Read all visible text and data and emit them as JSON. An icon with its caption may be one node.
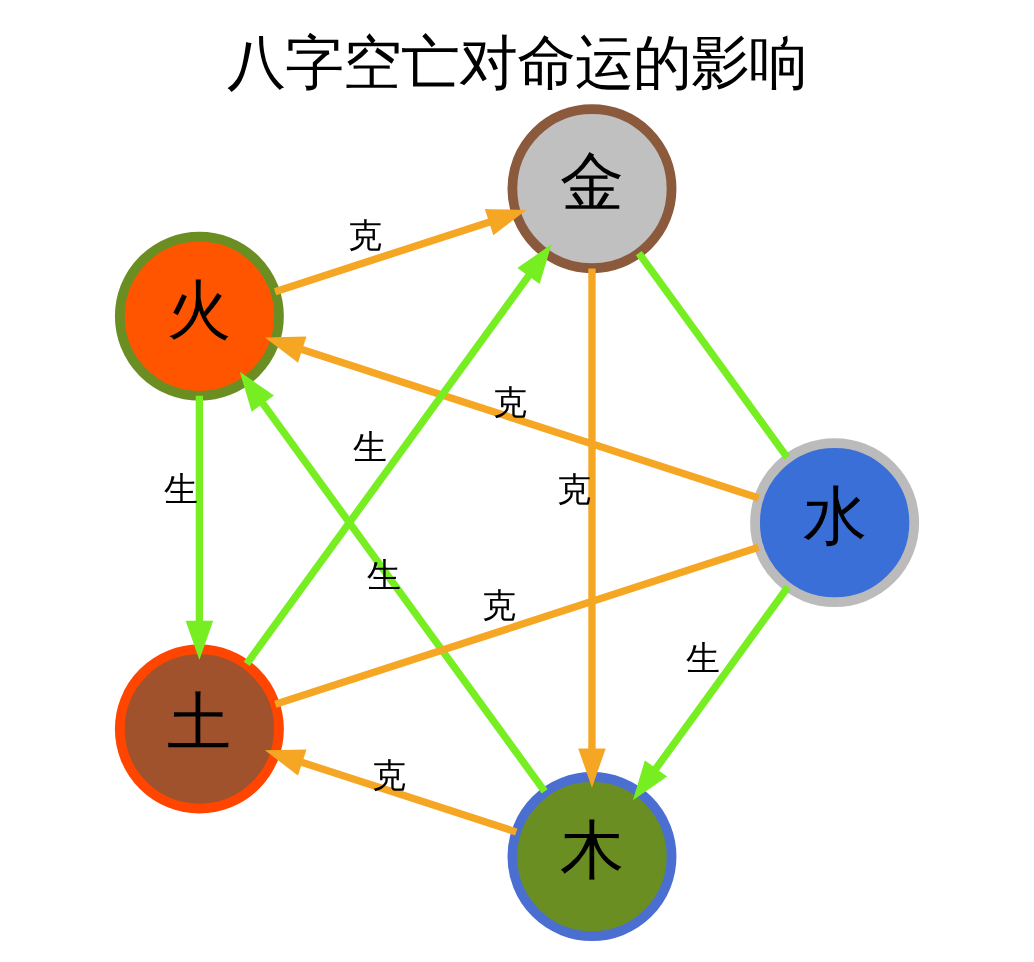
{
  "diagram": {
    "title": "八字空亡对命运的影响",
    "nodes": [
      {
        "text": [
          "木"
        ]
      },
      {
        "text": [
          "水"
        ]
      },
      {
        "text": [
          "火"
        ]
      },
      {
        "text": [
          "金"
        ]
      },
      {
        "text": [
          "土"
        ]
      }
    ],
    "edges": [
      {
        "from": 1,
        "to": 0,
        "arrow": "to",
        "label": "生",
        "color": "#77ee22"
      },
      {
        "from": 0,
        "to": 2,
        "arrow": "to",
        "label": "生",
        "color": "#77ee22"
      },
      {
        "from": 2,
        "to": 4,
        "arrow": "to",
        "label": "生",
        "color": "#77ee22"
      },
      {
        "from": 4,
        "to": 3,
        "arrow": "to",
        "label": "生",
        "color": "#77ee22"
      },
      {
        "from": 3,
        "to": 1,
        "arrow": "none",
        "color": "#77ee22"
      },
      {
        "from": 1,
        "to": 2,
        "arrow": "to",
        "label": "克",
        "color": "#f5a623"
      },
      {
        "from": 0,
        "to": 4,
        "arrow": "to",
        "label": "克",
        "color": "#f5a623"
      },
      {
        "from": 3,
        "to": 0,
        "arrow": "to",
        "label": "克",
        "color": "#f5a623"
      },
      {
        "from": 2,
        "to": 3,
        "arrow": "to",
        "label": "克",
        "color": "#f5a623"
      },
      {
        "from": 4,
        "to": 1,
        "arrow": "none",
        "label": "克",
        "color": "#f5a623"
      }
    ]
  }
}
